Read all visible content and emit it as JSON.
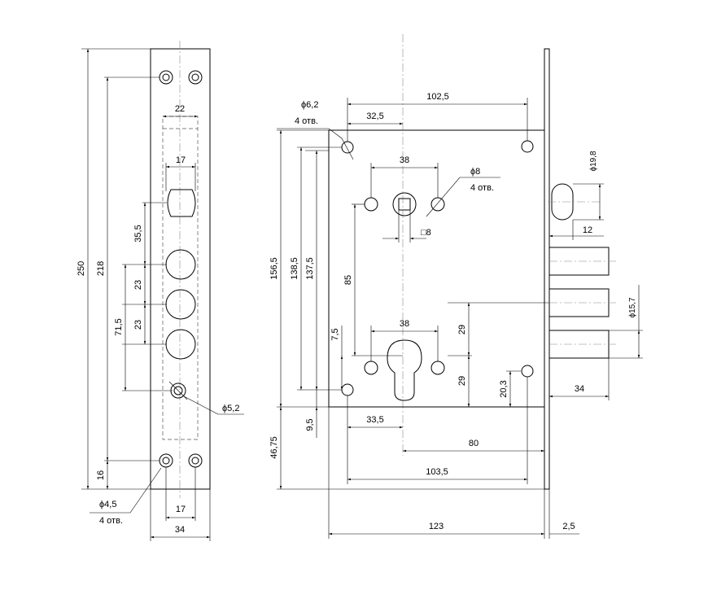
{
  "strike_plate": {
    "dim_250": "250",
    "dim_218": "218",
    "dim_22": "22",
    "dim_17_top": "17",
    "dim_35_5": "35,5",
    "dim_23_a": "23",
    "dim_23_b": "23",
    "dim_71_5": "71,5",
    "dim_5_2": "ϕ5,2",
    "dim_16": "16",
    "hole_dia": "ϕ4,5",
    "hole_count": "4 отв.",
    "dim_17_bottom": "17",
    "dim_34": "34"
  },
  "lock_body": {
    "hole_dia": "ϕ6,2",
    "hole_count": "4 отв.",
    "dim_32_5": "32,5",
    "dim_102_5": "102,5",
    "dim_38_top": "38",
    "spindle_hole_dia": "ϕ8",
    "spindle_hole_count": "4 отв.",
    "spindle_square": "□8",
    "dim_156_5": "156,5",
    "dim_138_5": "138,5",
    "dim_137_5": "137,5",
    "dim_85": "85",
    "dim_38_bottom": "38",
    "dim_7_5": "7,5",
    "dim_29_a": "29",
    "dim_29_b": "29",
    "dim_20_3": "20,3",
    "dim_9_5": "9,5",
    "dim_46_75": "46,75",
    "dim_33_5": "33,5",
    "dim_80": "80",
    "dim_103_5": "103,5",
    "dim_123": "123",
    "dim_2_5": "2,5",
    "latch_dia": "ϕ19,8",
    "dim_12": "12",
    "bolt_dia": "ϕ15,7",
    "dim_34": "34"
  }
}
